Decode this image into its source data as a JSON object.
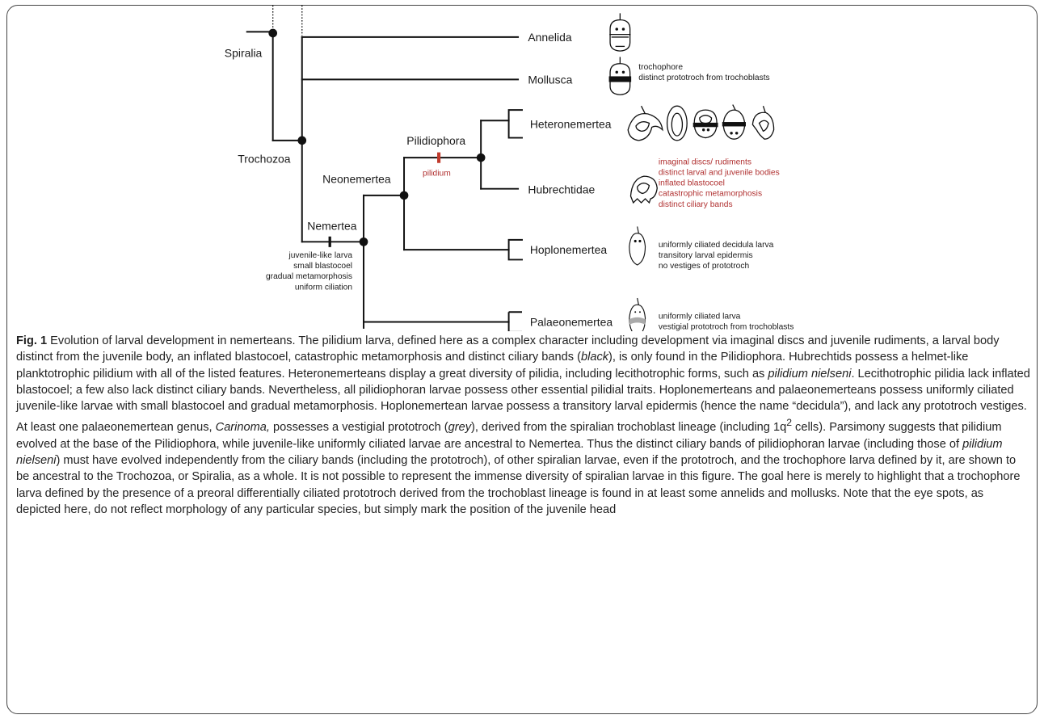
{
  "tree": {
    "clades": {
      "spiralia": "Spiralia",
      "trochozoa": "Trochozoa",
      "neonemertea": "Neonemertea",
      "pilidiophora": "Pilidiophora",
      "nemertea": "Nemertea"
    },
    "taxa": {
      "annelida": "Annelida",
      "mollusca": "Mollusca",
      "heteronemertea": "Heteronemertea",
      "hubrechtidae": "Hubrechtidae",
      "hoplonemertea": "Hoplonemertea",
      "palaeonemertea": "Palaeonemertea"
    },
    "pilidium_label": "pilidium",
    "nemertea_traits": [
      "juvenile-like larva",
      "small blastocoel",
      "gradual metamorphosis",
      "uniform ciliation"
    ],
    "trochophore_traits": [
      "trochophore",
      "distinct prototroch from trochoblasts"
    ],
    "pilidium_traits": [
      "imaginal discs/ rudiments",
      "distinct larval and juvenile bodies",
      "inflated blastocoel",
      "catastrophic metamorphosis",
      "distinct ciliary bands"
    ],
    "hoplo_traits": [
      "uniformly ciliated decidula larva",
      "transitory larval epidermis",
      "no vestiges of prototroch"
    ],
    "palaeo_traits": [
      "uniformly ciliated larva",
      "vestigial prototroch from trochoblasts"
    ],
    "colors": {
      "line": "#111111",
      "apomorphy": "#c0392b",
      "trait_red": "#b03030",
      "vestigial": "#aaaaaa"
    }
  },
  "caption": {
    "fig_label": "Fig. 1",
    "p1": " Evolution of larval development in nemerteans. The pilidium larva, defined here as a complex character including development via imaginal discs and juvenile rudiments, a larval body distinct from the juvenile body, an inflated blastocoel, catastrophic metamorphosis and distinct ciliary bands (",
    "i1": "black",
    "p2": "), is only found in the Pilidiophora. Hubrechtids possess a helmet-like planktotrophic pilidium with all of the listed features. Heteronemerteans display a great diversity of pilidia, including lecithotrophic forms, such as ",
    "i2": "pilidium nielseni",
    "p3": ". Lecithotrophic pilidia lack inflated blastocoel; a few also lack distinct ciliary bands. Nevertheless, all pilidiophoran larvae possess other essential pilidial traits. Hoplonemerteans and palaeonemerteans possess uniformly ciliated juvenile-like larvae with small blastocoel and gradual metamorphosis. Hoplonemertean larvae possess a transitory larval epidermis (hence the name “decidula”), and lack any prototroch vestiges. At least one palaeonemertean genus, ",
    "i3": "Carinoma,",
    "p4": " possesses a vestigial prototroch (",
    "i4": "grey",
    "p5": "), derived from the spiralian trochoblast lineage (including 1q",
    "sup": "2",
    "p6": " cells). Parsimony suggests that pilidium evolved at the base of the Pilidiophora, while juvenile-like uniformly ciliated larvae are ancestral to Nemertea. Thus the distinct ciliary bands of pilidiophoran larvae (including those of ",
    "i5": "pilidium nielseni",
    "p7": ") must have evolved independently from the ciliary bands (including the prototroch), of other spiralian larvae, even if the prototroch, and the trochophore larva defined by it, are shown to be ancestral to the Trochozoa, or Spiralia, as a whole. It is not possible to represent the immense diversity of spiralian larvae in this figure. The goal here is merely to highlight that a trochophore larva defined by the presence of a preoral differentially ciliated prototroch derived from the trochoblast lineage is found in at least some annelids and mollusks. Note that the eye spots, as depicted here, do not reflect morphology of any particular species, but simply mark the position of the juvenile head"
  }
}
